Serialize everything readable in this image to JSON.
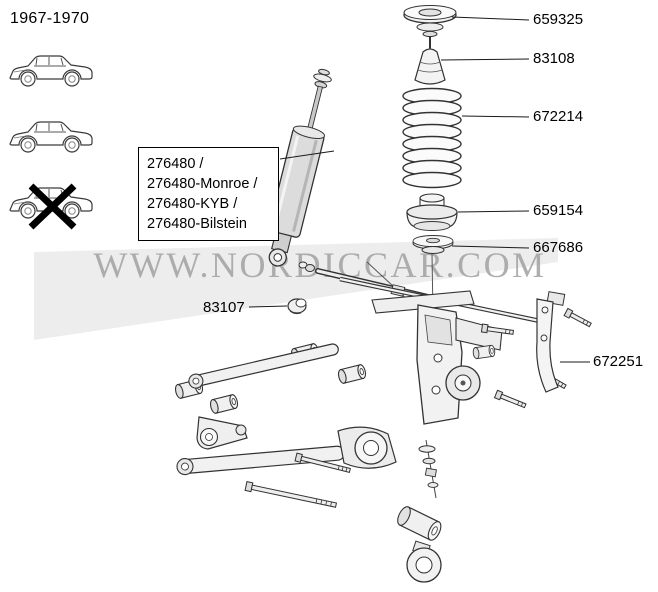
{
  "header": {
    "year_range": "1967-1970"
  },
  "watermark": {
    "text": "WWW.NORDICCAR.COM"
  },
  "callout": {
    "lines": [
      "276480 /",
      "276480-Monroe /",
      "276480-KYB /",
      "276480-Bilstein"
    ]
  },
  "part_labels": [
    {
      "id": "659325",
      "text": "659325"
    },
    {
      "id": "83108",
      "text": "83108"
    },
    {
      "id": "672214",
      "text": "672214"
    },
    {
      "id": "659154",
      "text": "659154"
    },
    {
      "id": "667686",
      "text": "667686"
    },
    {
      "id": "672251",
      "text": "672251"
    },
    {
      "id": "83107",
      "text": "83107"
    }
  ],
  "colors": {
    "line": "#333333",
    "watermark": "#a6a6a6",
    "plane": "#ededed"
  }
}
